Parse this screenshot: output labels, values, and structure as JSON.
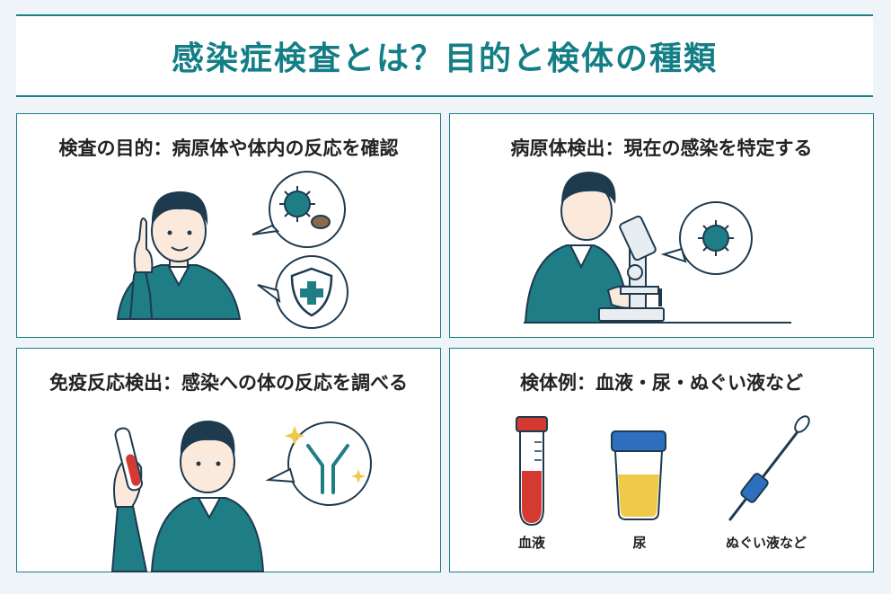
{
  "title": "感染症検査とは？目的と検体の種類",
  "panels": {
    "purpose": {
      "heading": "検査の目的：病原体や体内の反応を確認"
    },
    "pathogen": {
      "heading": "病原体検出：現在の感染を特定する"
    },
    "immune": {
      "heading": "免疫反応検出：感染への体の反応を調べる"
    },
    "specimens": {
      "heading": "検体例：血液・尿・ぬぐい液など",
      "items": [
        {
          "label": "血液",
          "icon": "blood-tube-icon"
        },
        {
          "label": "尿",
          "icon": "urine-cup-icon"
        },
        {
          "label": "ぬぐい液など",
          "icon": "swab-icon"
        }
      ]
    }
  },
  "colors": {
    "accent": "#1b7f86",
    "sweater": "#1f7d86",
    "hair": "#1e3a4f",
    "blood": "#d43a32",
    "cap_blue": "#2f6fc0",
    "urine": "#f1c94a"
  }
}
